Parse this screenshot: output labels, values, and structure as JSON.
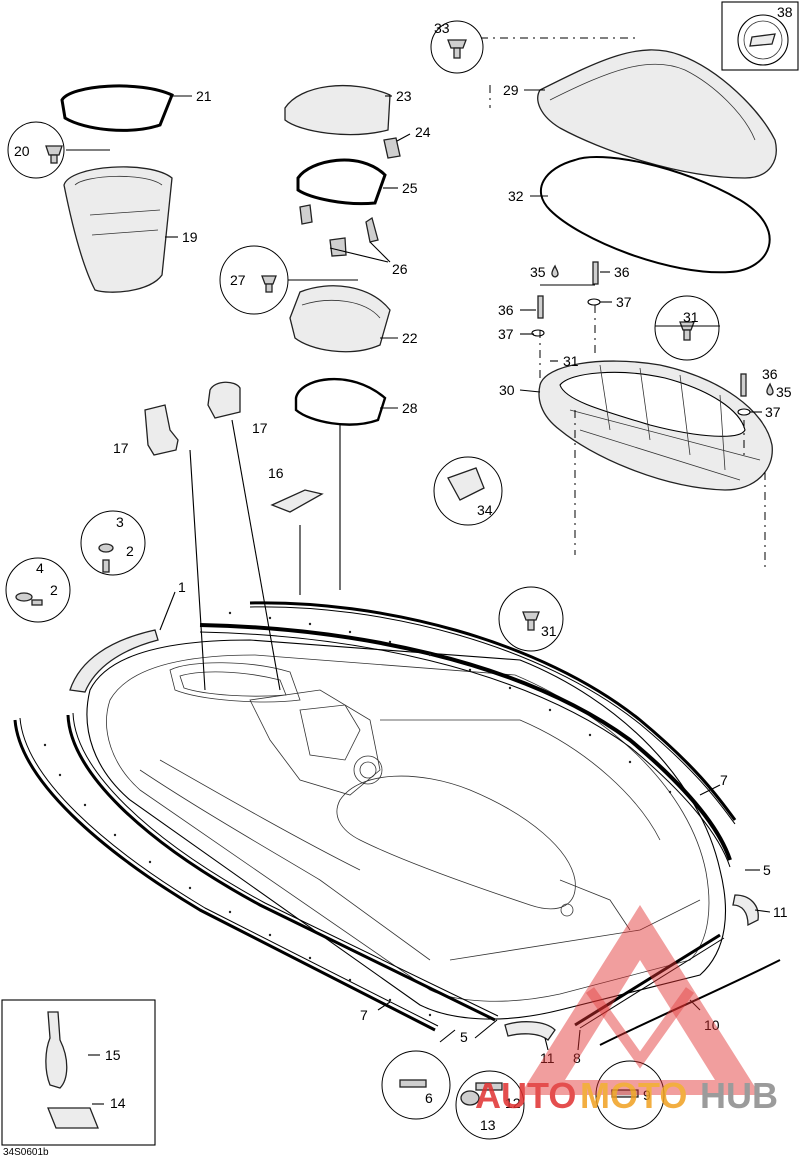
{
  "diagram": {
    "code": "34S0601b",
    "callouts": {
      "c1": "1",
      "c2a": "2",
      "c2b": "2",
      "c3": "3",
      "c4": "4",
      "c5a": "5",
      "c5b": "5",
      "c6": "6",
      "c7a": "7",
      "c7b": "7",
      "c8": "8",
      "c9": "9",
      "c10": "10",
      "c11a": "11",
      "c11b": "11",
      "c12": "12",
      "c13": "13",
      "c14": "14",
      "c15": "15",
      "c16": "16",
      "c17a": "17",
      "c17b": "17",
      "c19": "19",
      "c20": "20",
      "c21": "21",
      "c22": "22",
      "c23": "23",
      "c24": "24",
      "c25": "25",
      "c26": "26",
      "c27": "27",
      "c28": "28",
      "c29": "29",
      "c30": "30",
      "c31a": "31",
      "c31b": "31",
      "c31c": "31",
      "c32": "32",
      "c33": "33",
      "c34": "34",
      "c35a": "35",
      "c35b": "35",
      "c36a": "36",
      "c36b": "36",
      "c36c": "36",
      "c37a": "37",
      "c37b": "37",
      "c37c": "37",
      "c38": "38"
    }
  },
  "watermark": {
    "text_a": "AUTO",
    "text_b": "MOTO",
    "text_c": "HUB",
    "color_red": "#e03030",
    "color_orange": "#f0a020",
    "color_gray": "#8a8a8a"
  }
}
